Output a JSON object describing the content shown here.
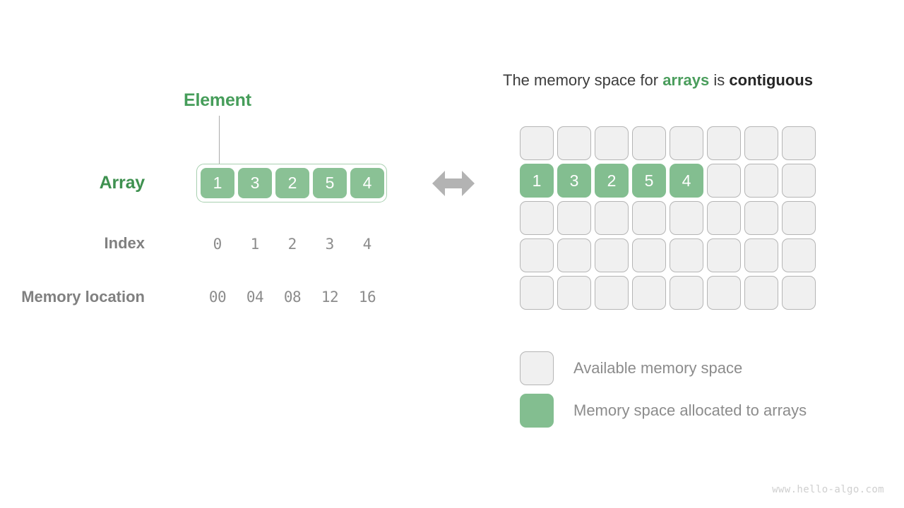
{
  "left_panel": {
    "element_label": "Element",
    "array_label": "Array",
    "index_label": "Index",
    "memory_label": "Memory location",
    "array_values": [
      "1",
      "3",
      "2",
      "5",
      "4"
    ],
    "index_values": [
      "0",
      "1",
      "2",
      "3",
      "4"
    ],
    "memory_values": [
      "00",
      "04",
      "08",
      "12",
      "16"
    ]
  },
  "connector": {
    "icon": "vertical-leader-line"
  },
  "arrow": {
    "icon": "double-headed-horizontal-arrow",
    "color": "#b3b3b3"
  },
  "right_panel": {
    "title_part1": "The memory space for ",
    "title_keyword_green": "arrays",
    "title_part2": " is ",
    "title_keyword_dark": "contiguous",
    "grid": {
      "columns": 8,
      "rows": 5,
      "allocated_row_index": 1,
      "allocated_values": [
        "1",
        "3",
        "2",
        "5",
        "4"
      ]
    },
    "legend": [
      {
        "swatch": "free",
        "label": "Available memory space"
      },
      {
        "swatch": "used",
        "label": "Memory space allocated to arrays"
      }
    ]
  },
  "colors": {
    "green_fill": "#8ac195",
    "green_grid_fill": "#83be90",
    "green_text": "#469d5a",
    "gray_text": "#8c8c8c",
    "dark_text": "#3d3d3d",
    "free_fill": "#f0f0f0",
    "free_border": "#b5b5b5",
    "background": "#ffffff"
  },
  "footer": {
    "watermark": "www.hello-algo.com"
  }
}
